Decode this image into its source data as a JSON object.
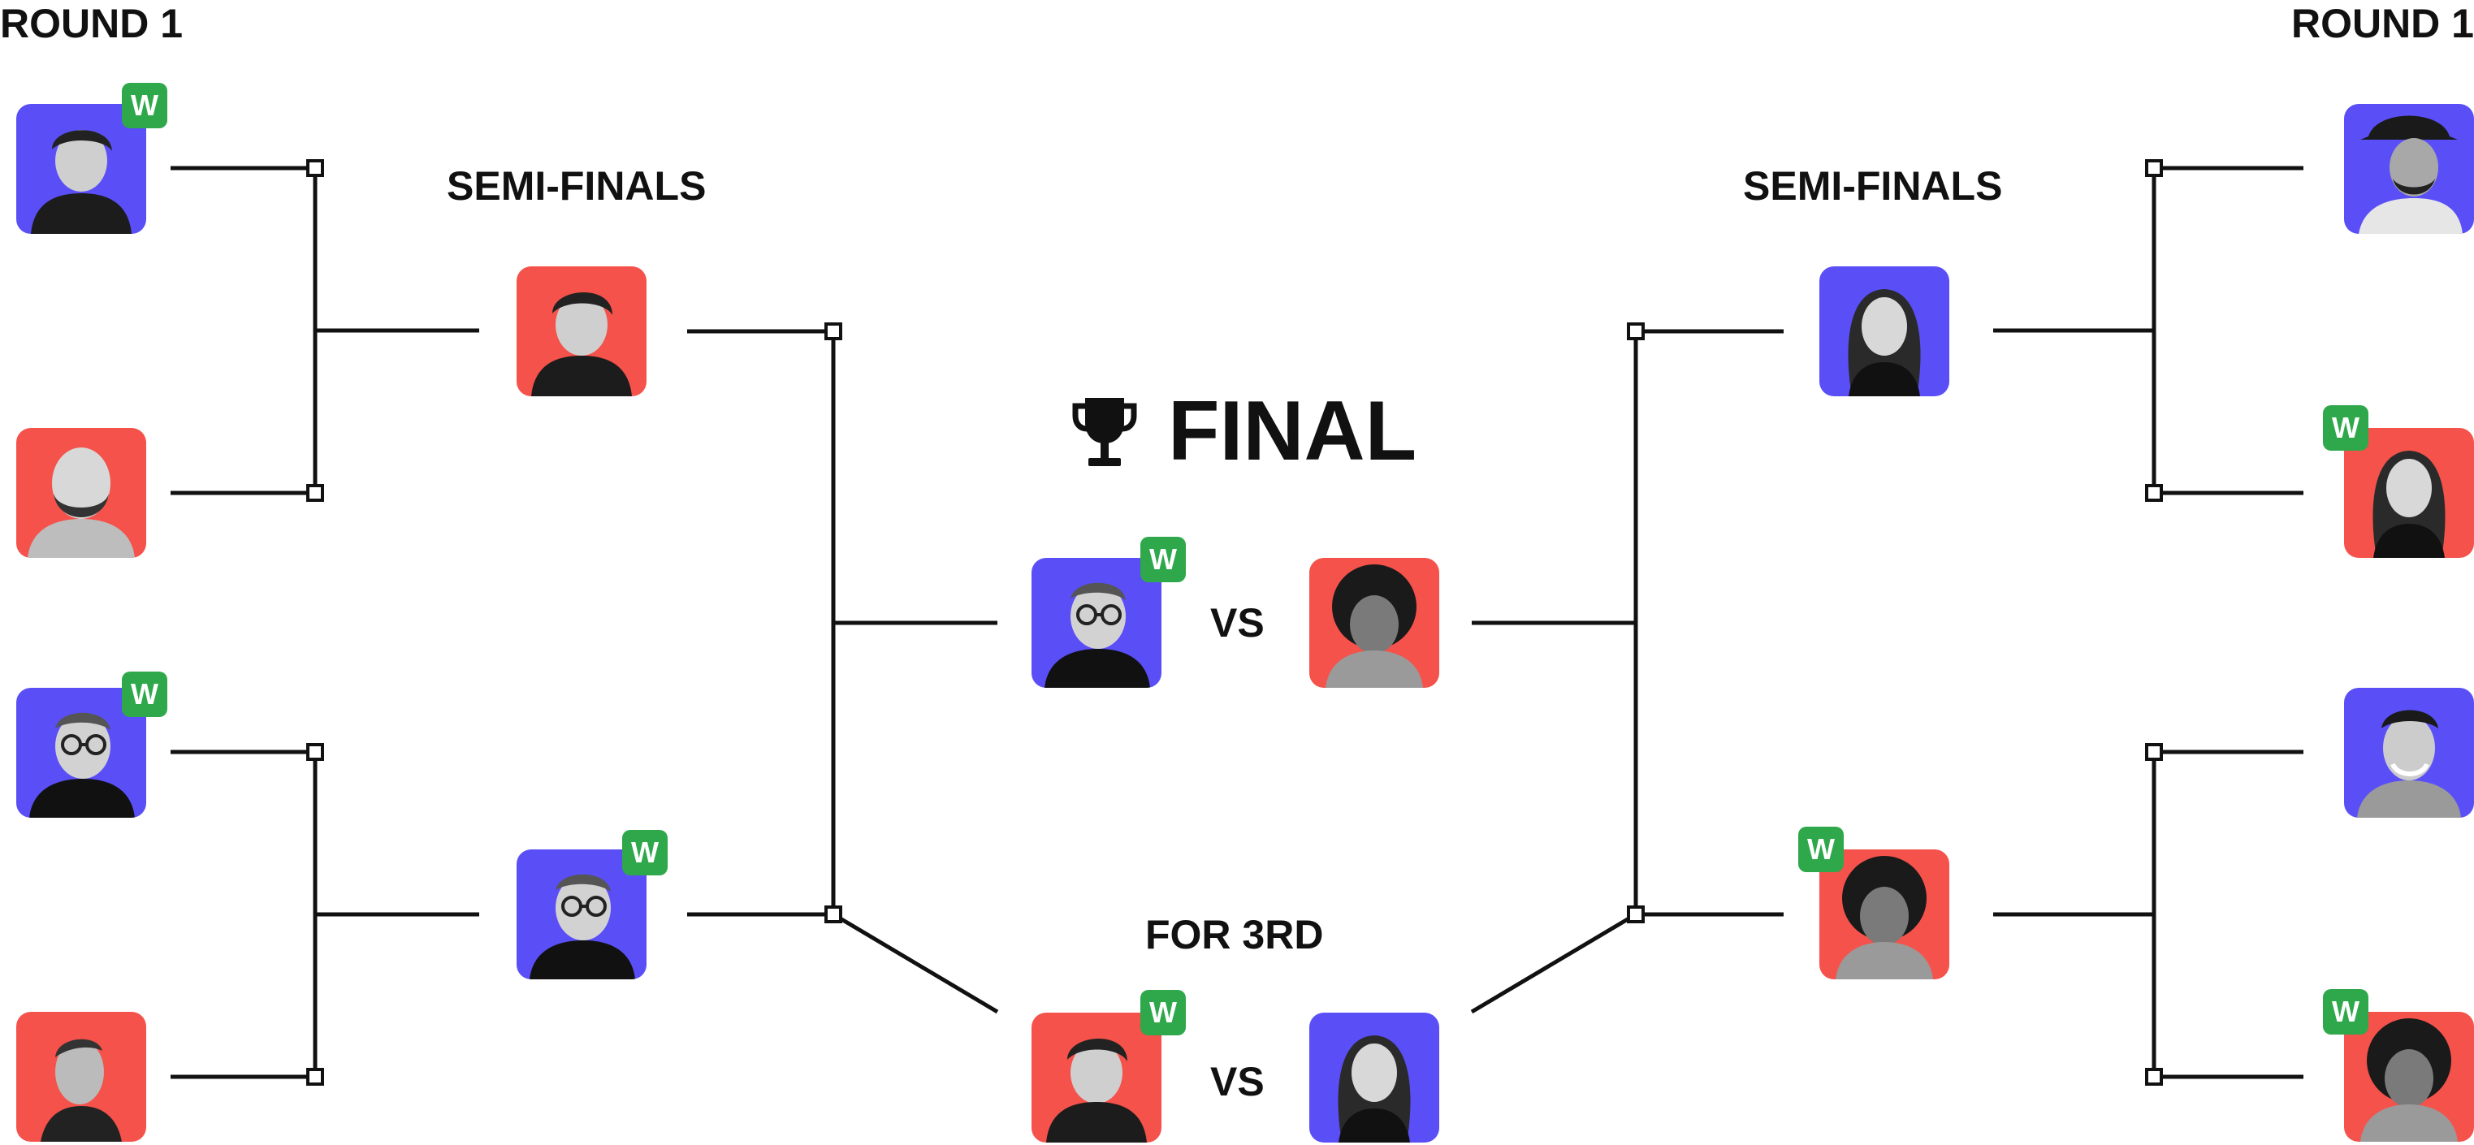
{
  "labels": {
    "round_left": "ROUND 1",
    "round_right": "ROUND 1",
    "semi_left": "SEMI-FINALS",
    "semi_right": "SEMI-FINALS",
    "final": "FINAL",
    "third": "FOR 3RD",
    "vs": "VS",
    "winner_badge": "W"
  },
  "colors": {
    "blue": "#5a4ff6",
    "red": "#f4524a",
    "winner": "#2ea84a",
    "line": "#111111"
  },
  "players": {
    "r1_left_1": {
      "bg": "blue",
      "winner": true
    },
    "r1_left_2": {
      "bg": "red",
      "winner": false
    },
    "r1_left_3": {
      "bg": "blue",
      "winner": true
    },
    "r1_left_4": {
      "bg": "red",
      "winner": false
    },
    "semi_left_top": {
      "bg": "red",
      "winner": false
    },
    "semi_left_bottom": {
      "bg": "blue",
      "winner": true
    },
    "final_left": {
      "bg": "blue",
      "winner": true
    },
    "final_right": {
      "bg": "red",
      "winner": false
    },
    "third_left": {
      "bg": "red",
      "winner": true
    },
    "third_right": {
      "bg": "blue",
      "winner": false
    },
    "semi_right_top": {
      "bg": "blue",
      "winner": false
    },
    "semi_right_bottom": {
      "bg": "red",
      "winner": true
    },
    "r1_right_1": {
      "bg": "blue",
      "winner": false
    },
    "r1_right_2": {
      "bg": "red",
      "winner": true
    },
    "r1_right_3": {
      "bg": "blue",
      "winner": false
    },
    "r1_right_4": {
      "bg": "red",
      "winner": true
    }
  },
  "icons": {
    "final": "trophy-icon"
  }
}
